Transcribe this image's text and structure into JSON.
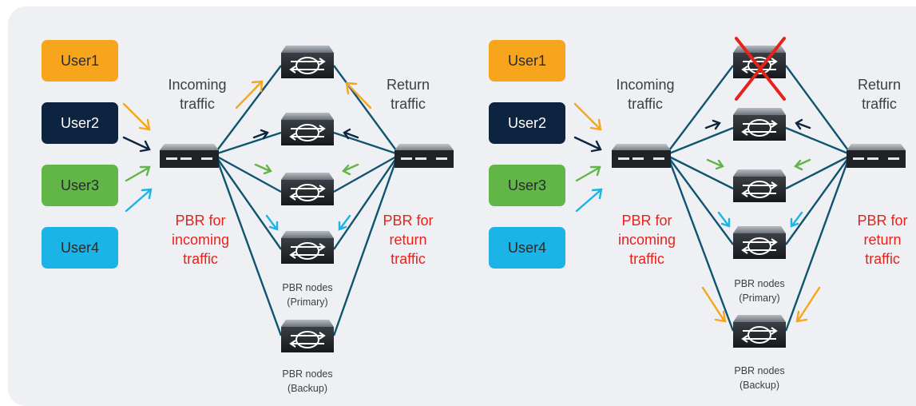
{
  "colors": {
    "user1": "#f6a51d",
    "user2": "#0d2440",
    "user3": "#62b547",
    "user4": "#1cb4e6",
    "link": "#0f5470",
    "pbr": "#e8221b",
    "background": "#eef0f3"
  },
  "left_panel": {
    "users": [
      {
        "label": "User1",
        "color": "#f6a51d"
      },
      {
        "label": "User2",
        "color": "#0d2440"
      },
      {
        "label": "User3",
        "color": "#62b547"
      },
      {
        "label": "User4",
        "color": "#1cb4e6"
      }
    ],
    "incoming": [
      "Incoming",
      "traffic"
    ],
    "return": [
      "Return",
      "traffic"
    ],
    "pbr_incoming": [
      "PBR for",
      "incoming",
      "traffic"
    ],
    "pbr_return": [
      "PBR for",
      "return",
      "traffic"
    ],
    "primary_caption": [
      "PBR nodes",
      "(Primary)"
    ],
    "backup_caption": [
      "PBR nodes",
      "(Backup)"
    ]
  },
  "right_panel": {
    "users": [
      {
        "label": "User1",
        "color": "#f6a51d"
      },
      {
        "label": "User2",
        "color": "#0d2440"
      },
      {
        "label": "User3",
        "color": "#62b547"
      },
      {
        "label": "User4",
        "color": "#1cb4e6"
      }
    ],
    "incoming": [
      "Incoming",
      "traffic"
    ],
    "return": [
      "Return",
      "traffic"
    ],
    "pbr_incoming": [
      "PBR for",
      "incoming",
      "traffic"
    ],
    "pbr_return": [
      "PBR for",
      "return",
      "traffic"
    ],
    "primary_caption": [
      "PBR nodes",
      "(Primary)"
    ],
    "backup_caption": [
      "PBR nodes",
      "(Backup)"
    ],
    "failed_node_marker": "red-x-icon"
  }
}
